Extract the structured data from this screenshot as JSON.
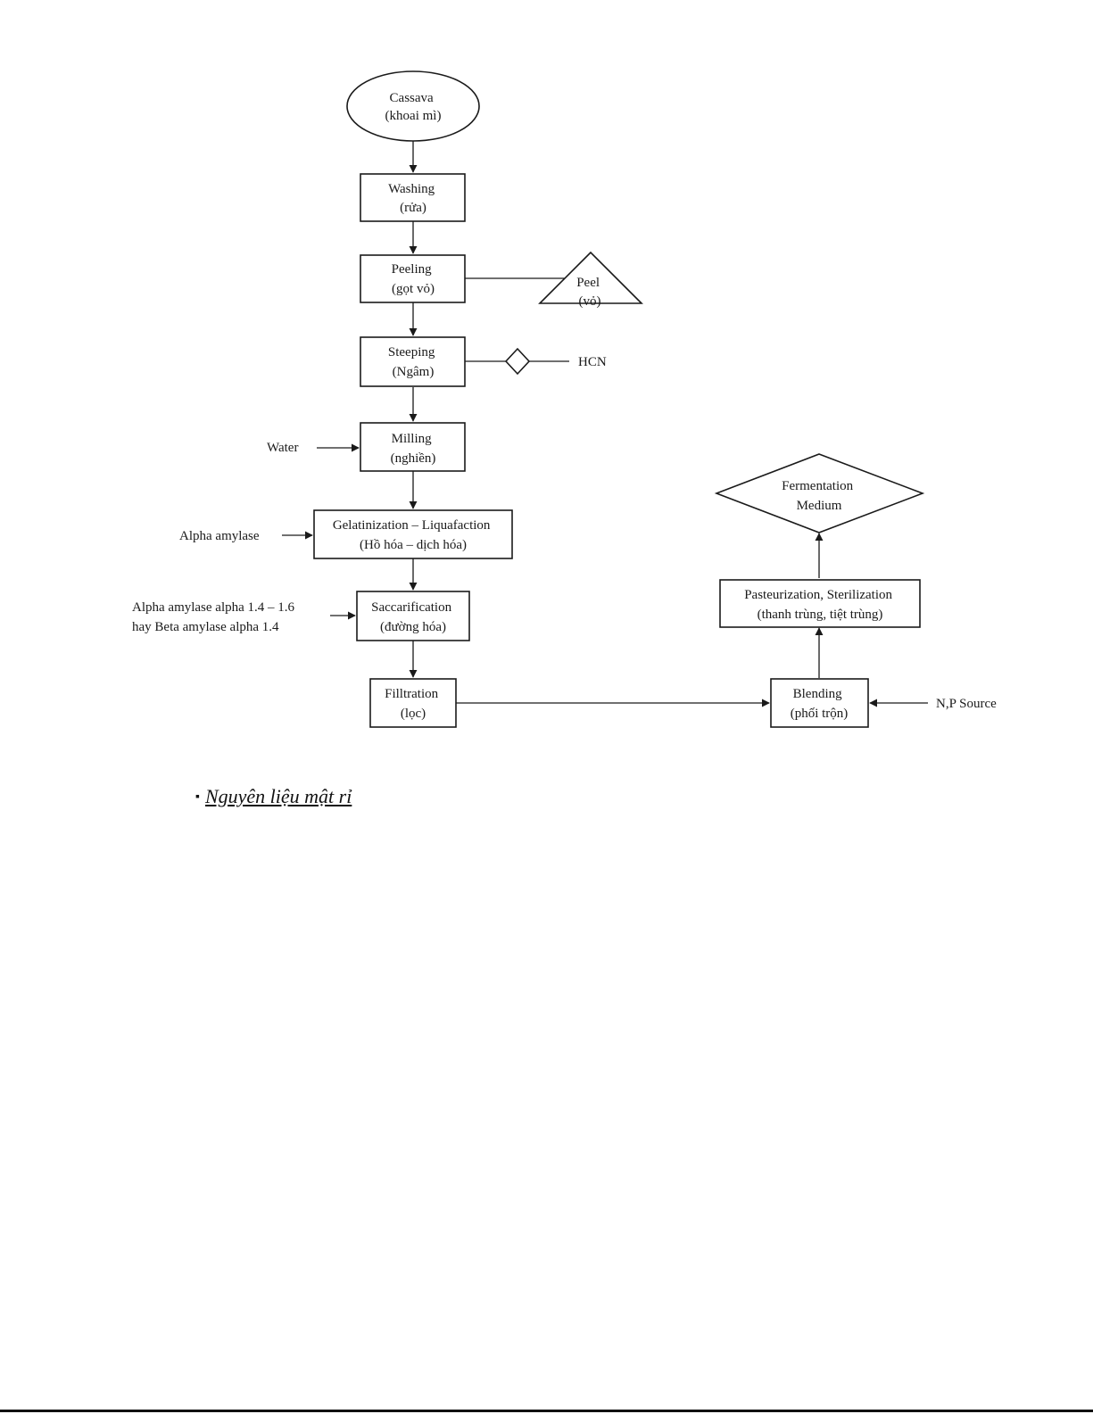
{
  "diagram": {
    "nodes": {
      "cassava": [
        "Cassava",
        "(khoai mì)"
      ],
      "washing": [
        "Washing",
        "(rửa)"
      ],
      "peeling": [
        "Peeling",
        "(gọt vỏ)"
      ],
      "peel": [
        "Peel",
        "(vỏ)"
      ],
      "steeping": [
        "Steeping",
        "(Ngâm)"
      ],
      "hcn": [
        "HCN"
      ],
      "water": [
        "Water"
      ],
      "milling": [
        "Milling",
        "(nghiền)"
      ],
      "alpha_amylase": [
        "Alpha amylase"
      ],
      "gelatinization": [
        "Gelatinization – Liquafaction",
        "(Hồ hóa – dịch hóa)"
      ],
      "enzymes": [
        "Alpha amylase alpha 1.4 – 1.6",
        "hay Beta amylase alpha 1.4"
      ],
      "saccarification": [
        "Saccarification",
        "(đường hóa)"
      ],
      "filtration": [
        "Filltration",
        "(lọc)"
      ],
      "blending": [
        "Blending",
        "(phối trộn)"
      ],
      "np_source": [
        "N,P Source"
      ],
      "pasteurization": [
        "Pasteurization, Sterilization",
        "(thanh trùng, tiệt trùng)"
      ],
      "fermentation_medium": [
        "Fermentation",
        "Medium"
      ]
    }
  },
  "section_heading": {
    "bullet": "▪",
    "text": "Nguyên liệu mật rỉ"
  }
}
